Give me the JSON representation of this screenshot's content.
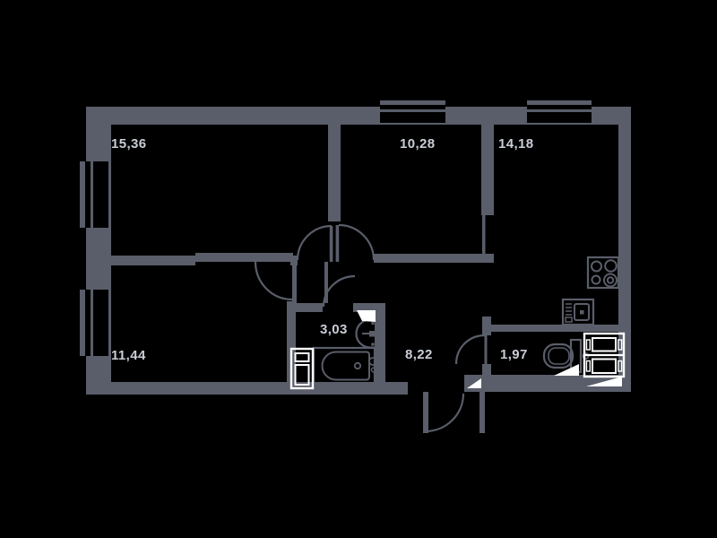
{
  "plan": {
    "title": "apartment-floor-plan",
    "colors": {
      "background": "#000000",
      "wall": "#5a5e6a",
      "label": "#c9cdd6",
      "fixture_white": "#ffffff"
    },
    "rooms": [
      {
        "name": "room-top-left",
        "label": "15,36"
      },
      {
        "name": "room-top-middle",
        "label": "10,28"
      },
      {
        "name": "kitchen",
        "label": "14,18"
      },
      {
        "name": "room-bottom-left",
        "label": "11,44"
      },
      {
        "name": "bathroom",
        "label": "3,03"
      },
      {
        "name": "hallway",
        "label": "8,22"
      },
      {
        "name": "wc-storage",
        "label": "1,97"
      }
    ],
    "fixtures": [
      "stove-icon",
      "kitchen-sink-icon",
      "washbasin-icon",
      "bathtub-icon",
      "washing-machine-icon",
      "toilet-icon",
      "refrigerator-column-icon"
    ],
    "window_count": 4,
    "door_arc_count": 6
  }
}
